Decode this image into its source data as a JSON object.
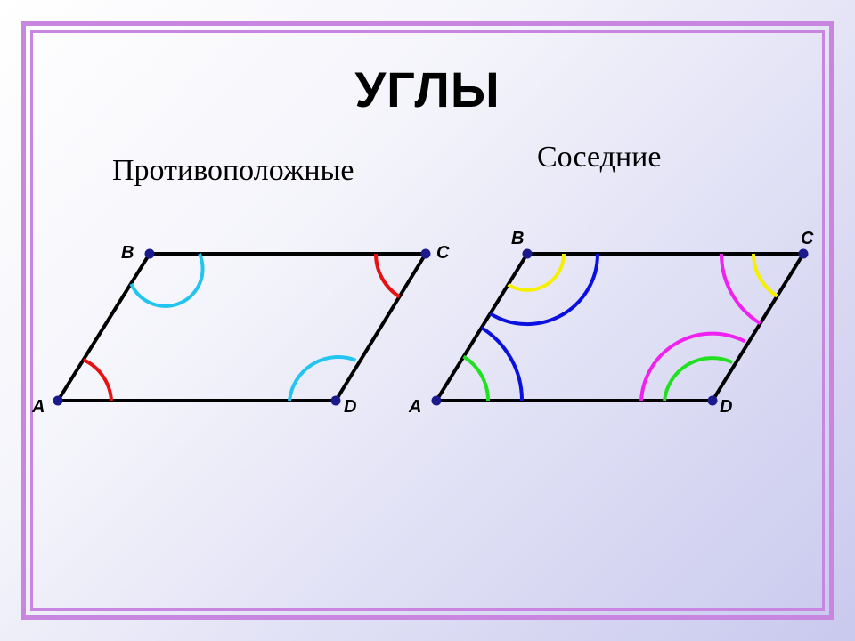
{
  "title": "УГЛЫ",
  "labels": {
    "opposite": "Противоположные",
    "adjacent": "Соседние"
  },
  "figures": {
    "left": {
      "vertices": {
        "A": "A",
        "B": "B",
        "C": "C",
        "D": "D"
      }
    },
    "right": {
      "vertices": {
        "A": "A",
        "B": "B",
        "C": "C",
        "D": "D"
      }
    }
  },
  "colors": {
    "frame": "#c886e0",
    "line": "#000000",
    "point": "#1a1a8c",
    "arc_cyan": "#22c4f0",
    "arc_red": "#e81010",
    "arc_yellow": "#f4f000",
    "arc_blue": "#0a10e0",
    "arc_magenta": "#f020f0",
    "arc_green": "#20e020"
  }
}
